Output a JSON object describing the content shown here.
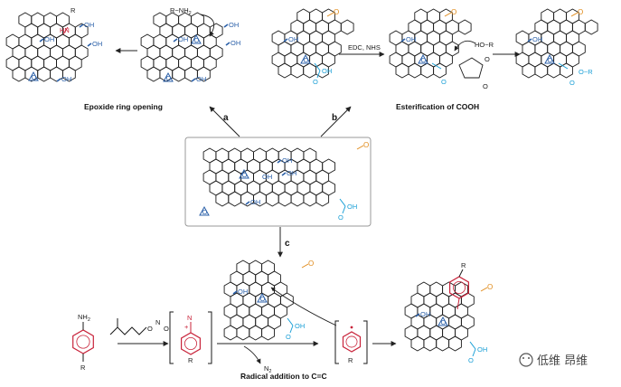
{
  "captions": {
    "epoxide": "Epoxide ring opening",
    "esterification": "Esterification of COOH",
    "radical": "Radical addition to C=C"
  },
  "steps": {
    "a": "a",
    "b": "b",
    "c": "c"
  },
  "reagents": {
    "amine": "R−NH",
    "amine_sub": "2",
    "edc": "EDC, NHS",
    "alcohol": "HO−R",
    "n2": "N",
    "n2_sub": "2"
  },
  "labels": {
    "oh": "OH",
    "o": "O",
    "r": "R",
    "hn": "HN",
    "nh2": "NH",
    "nh2_sub": "2",
    "ester_tail": "O−R",
    "diazo_n": "N",
    "diazo_plus": "+"
  },
  "watermark": "低维 昂维",
  "colors": {
    "epoxide": "#2a5fa8",
    "hydroxyl": "#2a5fa8",
    "carboxyl": "#1a9fd6",
    "ketone": "#e08a1a",
    "amine": "#c8233a",
    "lattice": "#1a1a1a",
    "frame": "#999999"
  }
}
